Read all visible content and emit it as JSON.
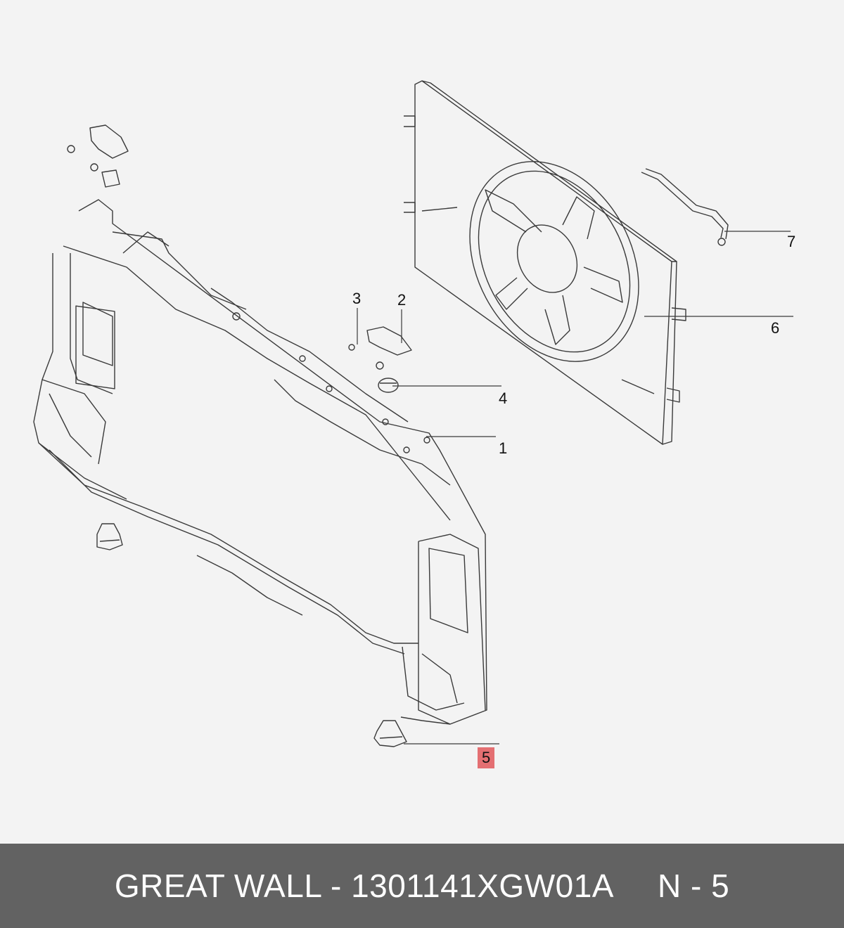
{
  "callouts": [
    {
      "id": "1",
      "label": "1",
      "highlighted": false
    },
    {
      "id": "2",
      "label": "2",
      "highlighted": false
    },
    {
      "id": "3",
      "label": "3",
      "highlighted": false
    },
    {
      "id": "4",
      "label": "4",
      "highlighted": false
    },
    {
      "id": "5",
      "label": "5",
      "highlighted": true
    },
    {
      "id": "6",
      "label": "6",
      "highlighted": false
    },
    {
      "id": "7",
      "label": "7",
      "highlighted": false
    }
  ],
  "footer": {
    "part_text": "GREAT WALL - 1301141XGW01A",
    "ref_text": "N - 5"
  },
  "colors": {
    "highlight": "#e46f72",
    "footer_bg": "#626262",
    "line": "#3a3a3a"
  }
}
